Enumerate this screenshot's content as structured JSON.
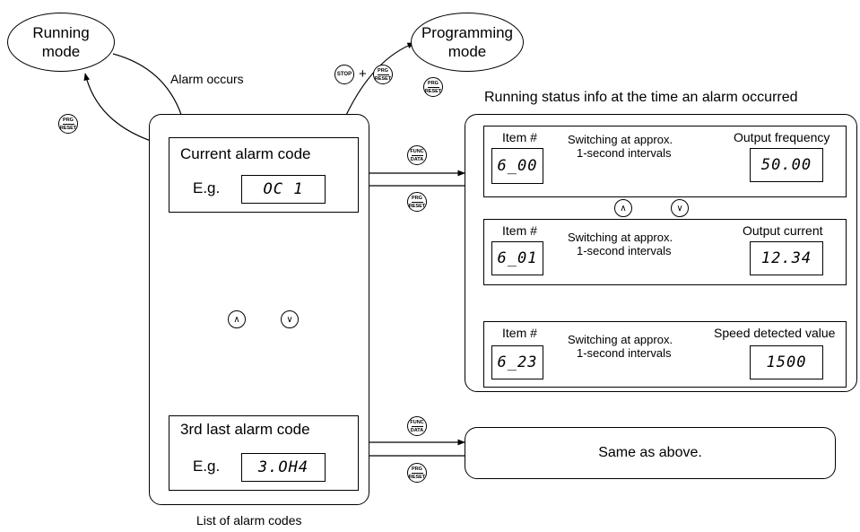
{
  "modes": {
    "running_l1": "Running",
    "running_l2": "mode",
    "programming_l1": "Programming",
    "programming_l2": "mode"
  },
  "transitions": {
    "alarm_occurs": "Alarm occurs",
    "plus": "+"
  },
  "keys": {
    "stop": "STOP",
    "prg": "PRG",
    "reset": "RESET",
    "func": "FUNC",
    "data": "DATA",
    "up_icon": "up-arrow-key",
    "down_icon": "down-arrow-key"
  },
  "alarm_list": {
    "caption": "List of alarm codes",
    "current_title": "Current alarm code",
    "current_eg": "E.g.",
    "current_code": "OC 1",
    "third_title": "3rd last alarm code",
    "third_eg": "E.g.",
    "third_code": "3.OH4"
  },
  "status_panel": {
    "title": "Running status info at the time an alarm occurred",
    "rows": [
      {
        "item_label": "Item #",
        "item_code": "6_00",
        "switch_l1": "Switching at approx.",
        "switch_l2": "1-second intervals",
        "value_label": "Output frequency",
        "value": "50.00"
      },
      {
        "item_label": "Item #",
        "item_code": "6_01",
        "switch_l1": "Switching at approx.",
        "switch_l2": "1-second intervals",
        "value_label": "Output current",
        "value": "12.34"
      },
      {
        "item_label": "Item #",
        "item_code": "6_23",
        "switch_l1": "Switching at approx.",
        "switch_l2": "1-second intervals",
        "value_label": "Speed detected value",
        "value": "1500"
      }
    ],
    "same_as_above": "Same as above."
  }
}
